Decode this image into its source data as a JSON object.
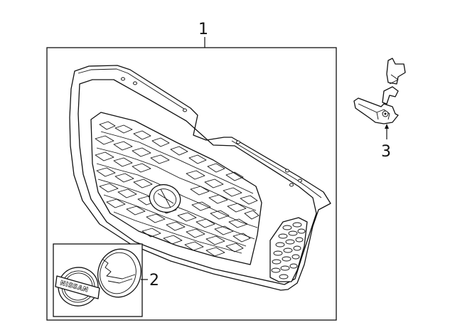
{
  "callouts": {
    "grille_assembly": "1",
    "emblem": "2",
    "bracket": "3"
  },
  "emblem_text": "NISSAN"
}
